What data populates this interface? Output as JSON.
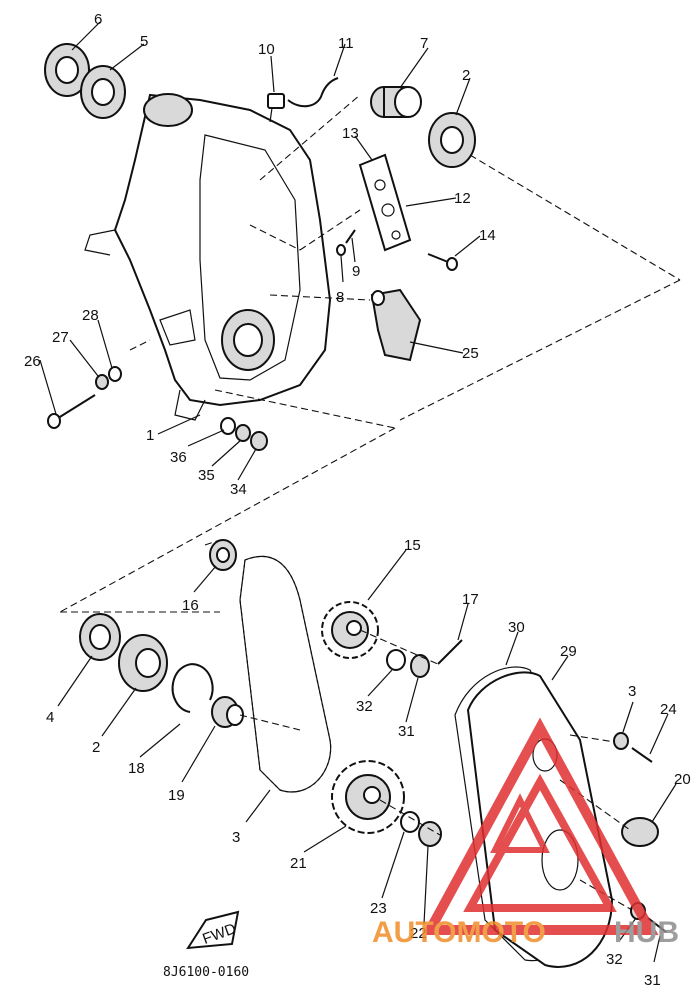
{
  "diagram": {
    "drawing_code": "8J6100-0160",
    "fwd_label": "FWD",
    "part_numbers": [
      "6",
      "5",
      "10",
      "11",
      "7",
      "2",
      "13",
      "12",
      "14",
      "9",
      "8",
      "25",
      "28",
      "27",
      "26",
      "1",
      "36",
      "35",
      "34",
      "15",
      "17",
      "16",
      "30",
      "29",
      "4",
      "2",
      "18",
      "19",
      "3",
      "21",
      "32",
      "31",
      "3",
      "24",
      "20",
      "23",
      "22",
      "32",
      "31"
    ]
  },
  "watermark": {
    "text_a": "AUTOMOTO",
    "text_b": "HUB",
    "color_red": "#e03030",
    "color_orange": "#f08c28",
    "color_gray": "#8c8c8c"
  }
}
